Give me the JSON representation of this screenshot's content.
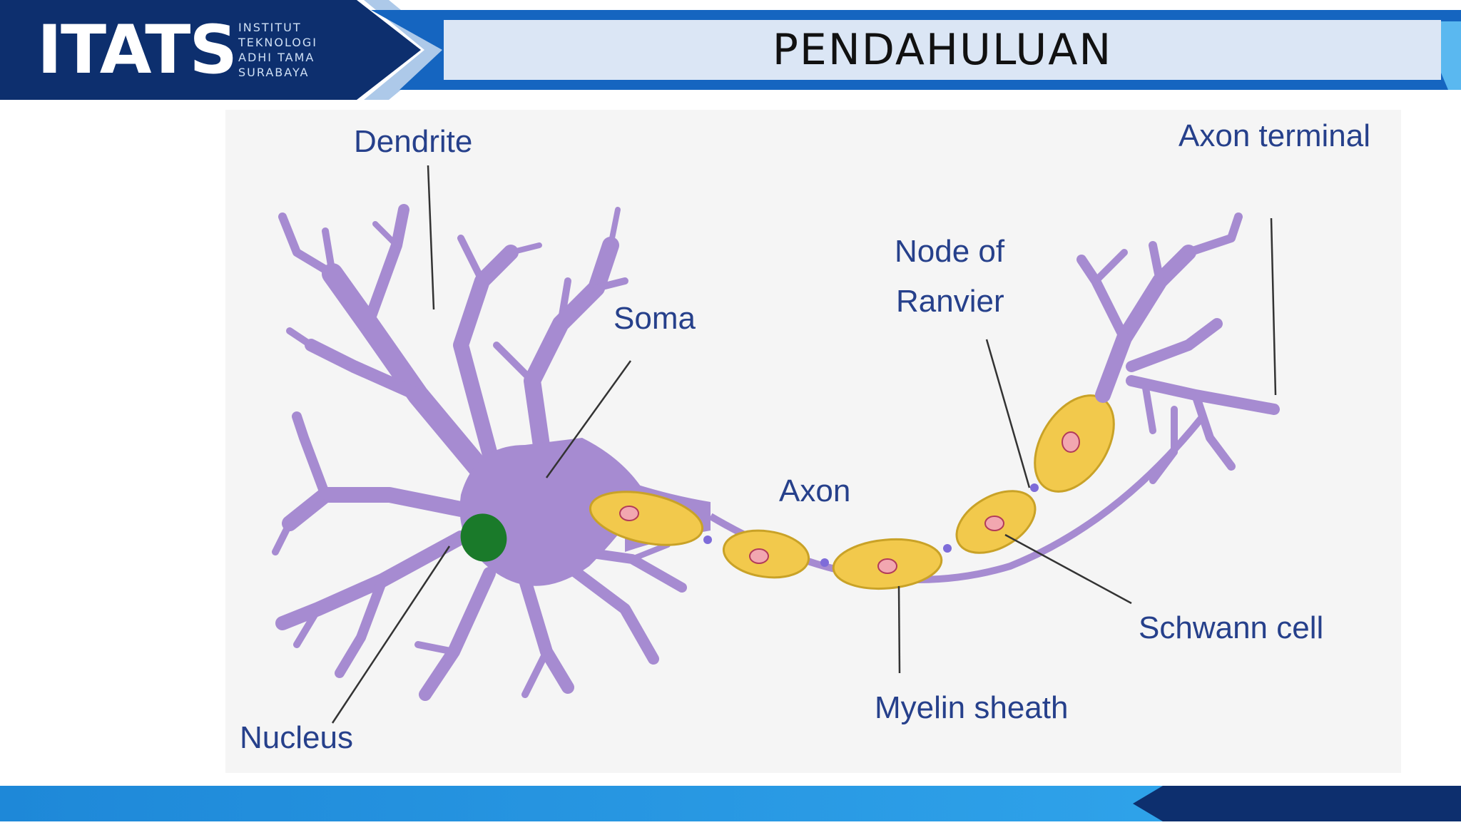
{
  "header": {
    "logo": "ITATS",
    "logo_sub": [
      "INSTITUT",
      "TEKNOLOGI",
      "ADHI TAMA",
      "SURABAYA"
    ],
    "title": "PENDAHULUAN"
  },
  "diagram": {
    "labels": {
      "dendrite": "Dendrite",
      "axon_terminal": "Axon terminal",
      "soma": "Soma",
      "node_of_ranvier_1": "Node of",
      "node_of_ranvier_2": "Ranvier",
      "axon": "Axon",
      "schwann_cell": "Schwann cell",
      "myelin_sheath": "Myelin sheath",
      "nucleus": "Nucleus"
    }
  },
  "colors": {
    "brand_dark": "#0d2f6e",
    "brand_blue": "#1565c0",
    "brand_light": "#33a9ee",
    "dendrite": "#a68bd1",
    "myelin": "#f2c94c",
    "nucleus": "#1a7a2a",
    "label": "#26408b"
  }
}
